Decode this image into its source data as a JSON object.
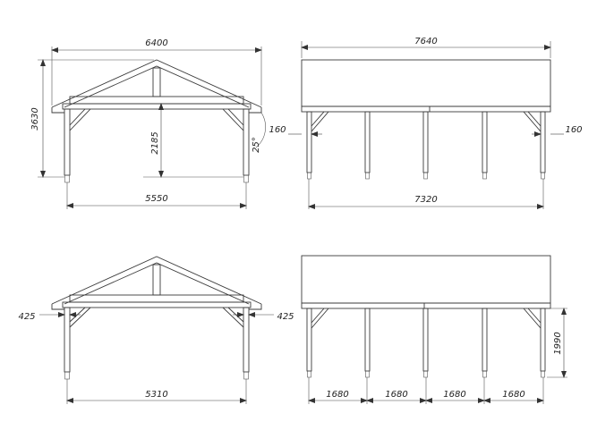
{
  "colors": {
    "line": "#3a3a3a",
    "background": "#ffffff"
  },
  "views": {
    "top_left": {
      "overall_width": "6400",
      "height": "3630",
      "clear_height": "2185",
      "roof_angle": "25°",
      "post_span": "5550"
    },
    "top_right": {
      "overall_length": "7640",
      "overhang_left": "160",
      "overhang_right": "160",
      "post_span": "7320"
    },
    "bottom_left": {
      "overhang_left": "425",
      "overhang_right": "425",
      "post_span": "5310"
    },
    "bottom_right": {
      "post_height": "1990",
      "bays": [
        "1680",
        "1680",
        "1680",
        "1680"
      ]
    }
  }
}
